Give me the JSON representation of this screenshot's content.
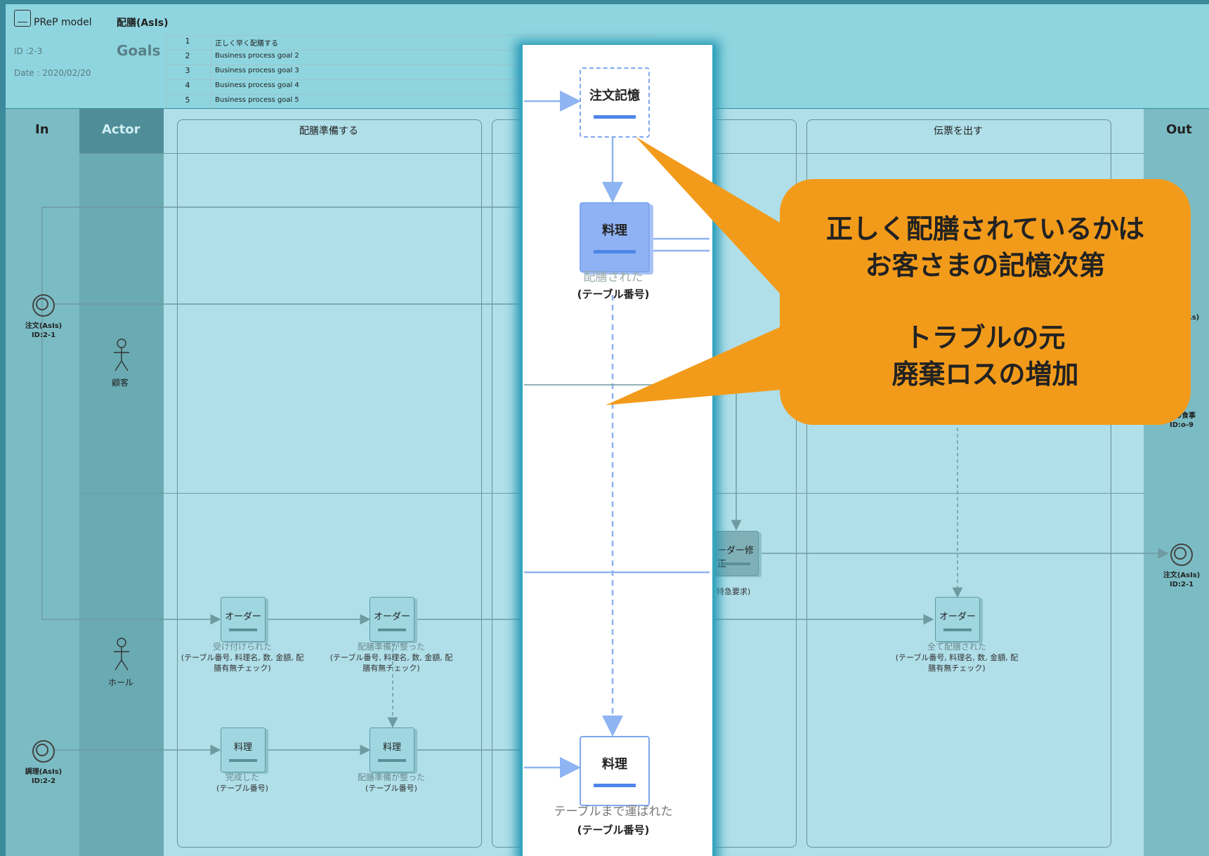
{
  "header": {
    "app_name": "PReP model",
    "model_title": "配膳(AsIs)",
    "id_label": "ID :2-3",
    "date_label": "Date : 2020/02/20",
    "goals_label": "Goals",
    "goals": [
      {
        "num": "1",
        "text": "正しく早く配膳する"
      },
      {
        "num": "2",
        "text": "Business process goal 2"
      },
      {
        "num": "3",
        "text": "Business process goal 3"
      },
      {
        "num": "4",
        "text": "Business process goal 4"
      },
      {
        "num": "5",
        "text": "Business process goal 5"
      }
    ]
  },
  "columns": {
    "in": "In",
    "actor": "Actor",
    "out": "Out"
  },
  "lanes": [
    {
      "title": "配膳準備する"
    },
    {
      "title": ""
    },
    {
      "title": ""
    },
    {
      "title": "伝票を出す"
    }
  ],
  "actors": [
    {
      "name": "顧客"
    },
    {
      "name": "ホール"
    }
  ],
  "inputs": [
    {
      "label": "注文(AsIs)",
      "id": "ID:2-1"
    },
    {
      "label": "調理(AsIs)",
      "id": "ID:2-2"
    }
  ],
  "outputs": [
    {
      "label": "注文(AsIs)",
      "id": "ID:2-1"
    },
    {
      "label": "…の食事",
      "id": "ID:o-9"
    },
    {
      "label": "…s)",
      "id": ""
    }
  ],
  "nodes": [
    {
      "label": "オーダー",
      "state": "受け付けられた",
      "detail1": "(テーブル番号, 料理名, 数, 金額, 配",
      "detail2": "膳有無チェック)"
    },
    {
      "label": "オーダー",
      "state": "配膳準備が整った",
      "detail1": "(テーブル番号, 料理名, 数, 金額, 配",
      "detail2": "膳有無チェック)"
    },
    {
      "label": "料理",
      "state": "完成した",
      "detail1": "(テーブル番号)",
      "detail2": ""
    },
    {
      "label": "料理",
      "state": "配膳準備が整った",
      "detail1": "(テーブル番号)",
      "detail2": ""
    },
    {
      "label": "オーダー",
      "state": "全て配膳された",
      "detail1": "(テーブル番号, 料理名, 数, 金額, 配",
      "detail2": "膳有無チェック)"
    },
    {
      "label": "ーダー修正",
      "state": "",
      "detail1": "特急要求)",
      "detail2": ""
    }
  ],
  "zoom": {
    "memory_node": "注文記憶",
    "served_node": "料理",
    "served_state": "配膳された",
    "served_detail": "(テーブル番号)",
    "delivered_node": "料理",
    "delivered_state": "テーブルまで運ばれた",
    "delivered_detail": "(テーブル番号)"
  },
  "callout": {
    "line1": "正しく配膳されているかは",
    "line2": "お客さまの記憶次第",
    "line3": "トラブルの元",
    "line4": "廃棄ロスの増加"
  },
  "colors": {
    "header_bg": "#8fd5df",
    "lane_bg": "#b0dfe9",
    "callout": "#f29b1b",
    "zoom_accent": "#4e86e8"
  }
}
